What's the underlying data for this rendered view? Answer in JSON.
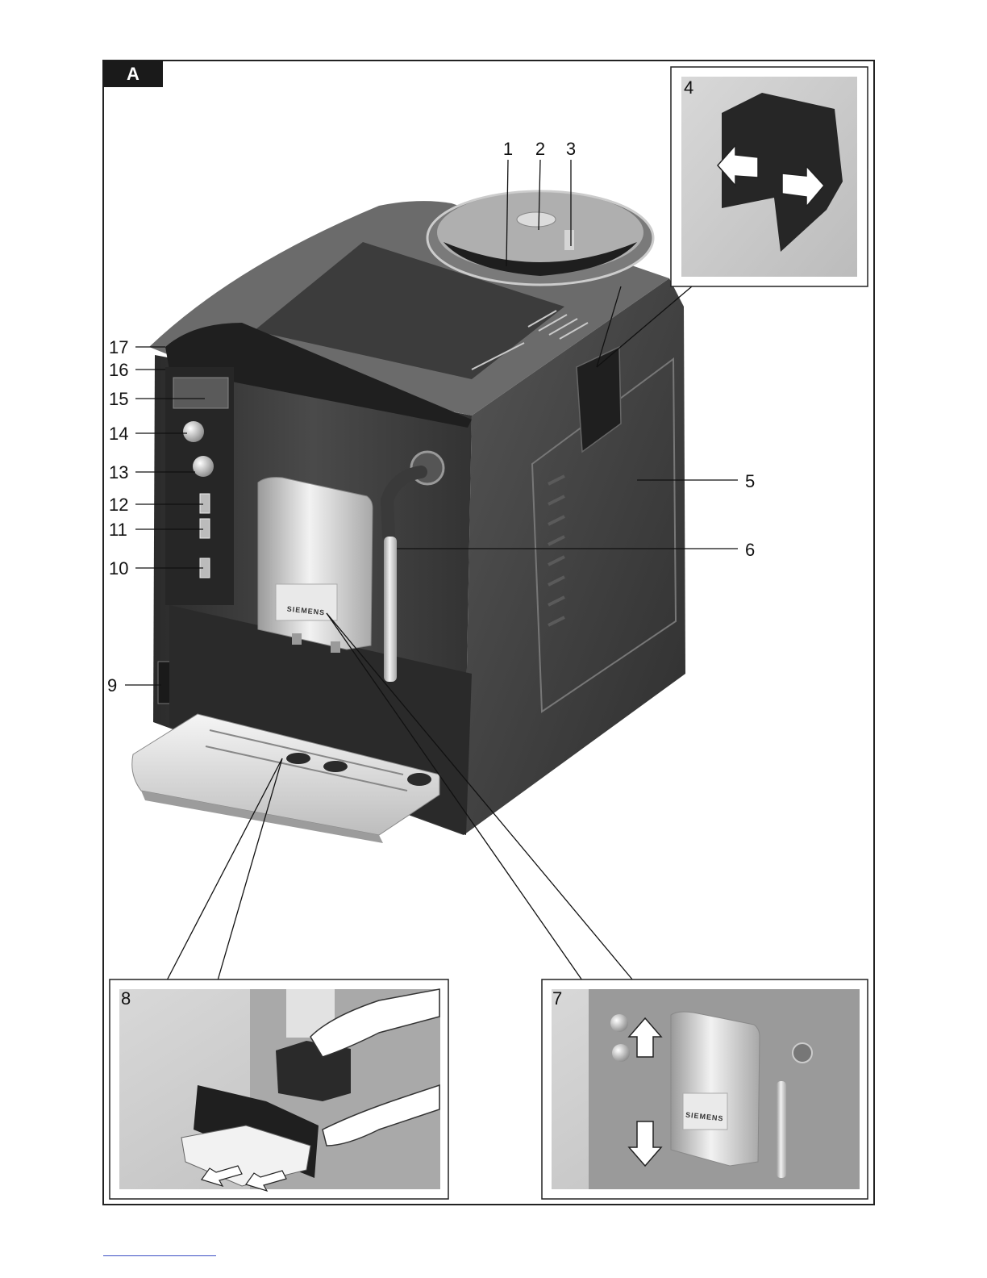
{
  "figure": {
    "tag": "A",
    "brand": "SIEMENS",
    "labels": {
      "l1": "1",
      "l2": "2",
      "l3": "3",
      "l4": "4",
      "l5": "5",
      "l6": "6",
      "l7": "7",
      "l8": "8",
      "l9": "9",
      "l10": "10",
      "l11": "11",
      "l12": "12",
      "l13": "13",
      "l14": "14",
      "l15": "15",
      "l16": "16",
      "l17": "17"
    }
  },
  "colors": {
    "machine_body": "#3a3a3a",
    "machine_dark": "#222222",
    "inset_background": "#cfcfcf",
    "frame": "#222222",
    "tag_background": "#1a1a1a"
  },
  "icons": [
    "arrow-left-icon",
    "arrow-right-icon",
    "arrow-up-icon",
    "arrow-down-icon"
  ]
}
